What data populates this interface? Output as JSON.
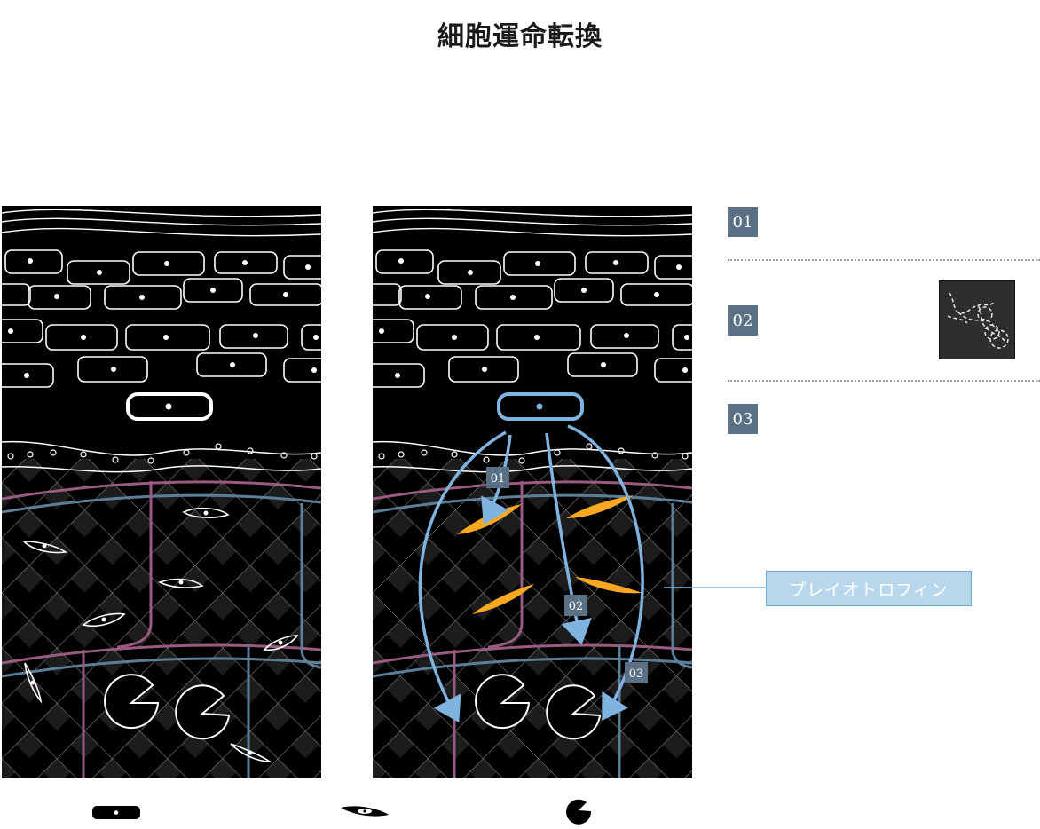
{
  "title": "細胞運命転換",
  "steps": [
    "01",
    "02",
    "03"
  ],
  "callout": {
    "label": "プレイオトロフィン"
  },
  "colors": {
    "panel_bg": "#000000",
    "cell_outline": "#ffffff",
    "arrow_blue": "#7fb3e0",
    "orange_cell": "#f7a823",
    "badge": "#5a7085",
    "pink_tissue": "#9a5a82",
    "blue_tissue": "#5c7f99",
    "callout_fill": "#b8d6ec"
  },
  "icons": {
    "legend_1": "nucleated-cell-icon",
    "legend_2": "spindle-cell-icon",
    "legend_3": "pacman-cell-icon",
    "thumbnail": "network-cell-icon"
  }
}
